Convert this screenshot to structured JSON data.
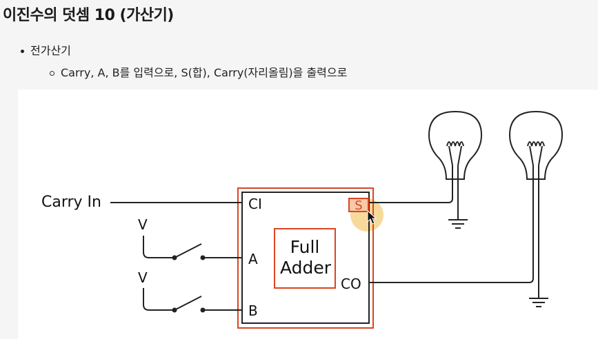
{
  "slide": {
    "title": "이진수의 덧셈 10 (가산기)",
    "bullet_main": "전가산기",
    "bullet_sub": "Carry, A, B를 입력으로, S(합), Carry(자리올림)을 출력으로"
  },
  "diagram": {
    "carry_in_label": "Carry In",
    "voltage_label_a": "V",
    "voltage_label_b": "V",
    "pin_ci": "CI",
    "pin_a": "A",
    "pin_b": "B",
    "pin_s": "S",
    "pin_co": "CO",
    "chip_label_line1": "Full",
    "chip_label_line2": "Adder",
    "colors": {
      "highlight": "#d9451f",
      "cursor_glow": "#f2b94a",
      "wire": "#222222"
    }
  }
}
